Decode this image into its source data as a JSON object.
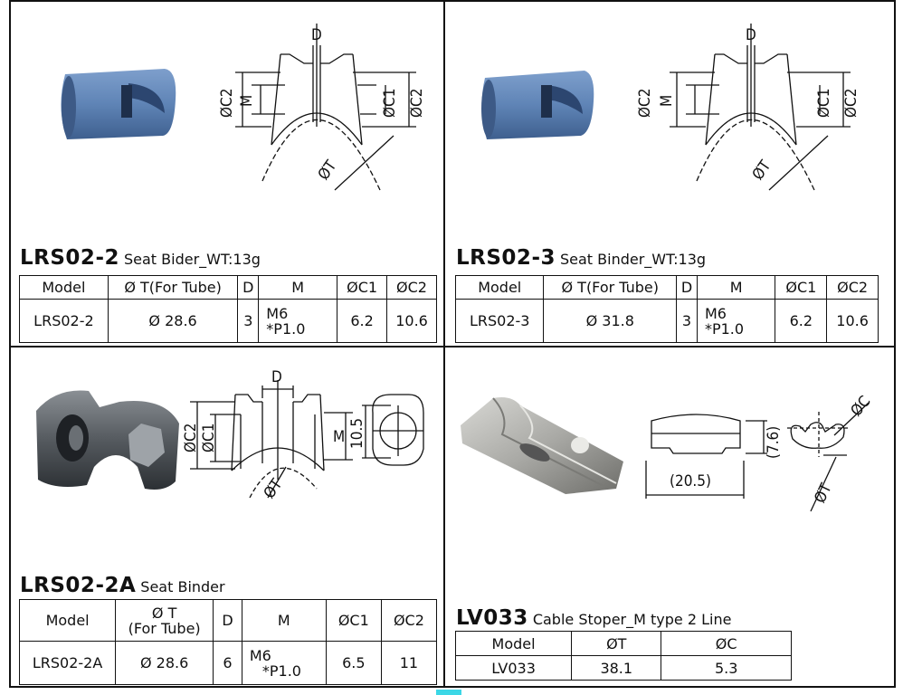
{
  "products": [
    {
      "code": "LRS02-2",
      "desc": "Seat Bider_WT:13g",
      "headers": [
        "Model",
        "Ø T(For Tube)",
        "D",
        "M",
        "ØC1",
        "ØC2"
      ],
      "row": [
        "LRS02-2",
        "Ø 28.6",
        "3",
        "M6",
        "*P1.0",
        "6.2",
        "10.6"
      ]
    },
    {
      "code": "LRS02-3",
      "desc": "Seat Binder_WT:13g",
      "headers": [
        "Model",
        "Ø T(For Tube)",
        "D",
        "M",
        "ØC1",
        "ØC2"
      ],
      "row": [
        "LRS02-3",
        "Ø 31.8",
        "3",
        "M6",
        "*P1.0",
        "6.2",
        "10.6"
      ]
    },
    {
      "code": "LRS02-2A",
      "desc": "Seat Binder",
      "headers": [
        "Model",
        "Ø T",
        "(For Tube)",
        "D",
        "M",
        "ØC1",
        "ØC2"
      ],
      "row": [
        "LRS02-2A",
        "Ø 28.6",
        "6",
        "M6",
        "*P1.0",
        "6.5",
        "11"
      ]
    },
    {
      "code": "LV033",
      "desc": "Cable Stoper_M type 2 Line",
      "headers": [
        "Model",
        "ØT",
        "ØC"
      ],
      "row": [
        "LV033",
        "38.1",
        "5.3"
      ]
    }
  ],
  "drawing_labels": {
    "d": "D",
    "m": "M",
    "c1": "ØC1",
    "c2": "ØC2",
    "t": "ØT",
    "h105": "10.5",
    "h76": "(7.6)",
    "w205": "(20.5)",
    "c": "ØC"
  },
  "colors": {
    "blue_part": "#5f84b6",
    "gray_part": "#555a5f",
    "silver_part": "#a9a9a5",
    "border": "#111111"
  }
}
